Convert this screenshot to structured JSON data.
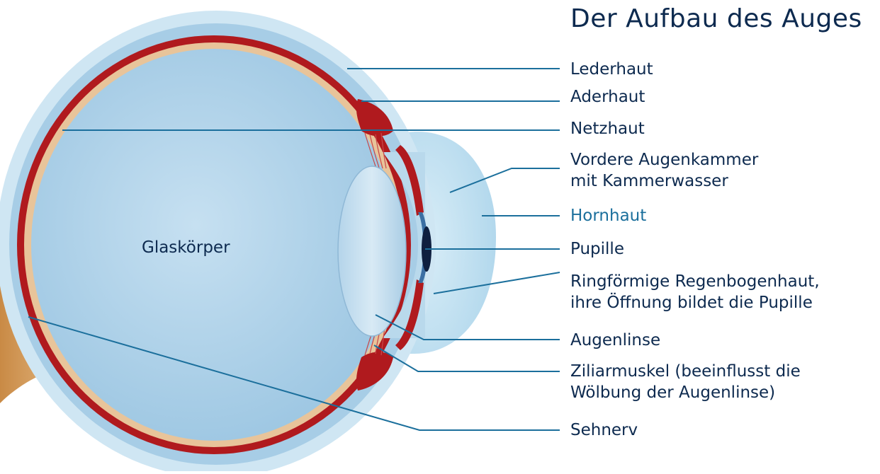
{
  "title": "Der Aufbau des  Auges",
  "colors": {
    "text": "#0d2a4f",
    "highlight": "#1b6f9c",
    "leader_line": "#1b6f9c",
    "choroid": "#b01a1e",
    "retina_layer": "#e8c49a",
    "vitreous": "#b9d8ec",
    "nerve": "#d9a15e"
  },
  "inner_label": "Glaskörper",
  "labels": [
    {
      "id": "lederhaut",
      "lines": [
        "Lederhaut"
      ],
      "highlight": false
    },
    {
      "id": "aderhaut",
      "lines": [
        "Aderhaut"
      ],
      "highlight": false
    },
    {
      "id": "netzhaut",
      "lines": [
        "Netzhaut"
      ],
      "highlight": false
    },
    {
      "id": "vordere-augenkammer",
      "lines": [
        "Vordere Augenkammer",
        "mit Kammerwasser"
      ],
      "highlight": false
    },
    {
      "id": "hornhaut",
      "lines": [
        "Hornhaut"
      ],
      "highlight": true
    },
    {
      "id": "pupille",
      "lines": [
        "Pupille"
      ],
      "highlight": false
    },
    {
      "id": "regenbogenhaut",
      "lines": [
        "Ringförmige Regenbogenhaut,",
        "ihre Öffnung bildet die Pupille"
      ],
      "highlight": false
    },
    {
      "id": "augenlinse",
      "lines": [
        "Augenlinse"
      ],
      "highlight": false
    },
    {
      "id": "ziliarmuskel",
      "lines": [
        "Ziliarmuskel (beeinflusst die",
        "Wölbung der Augenlinse)"
      ],
      "highlight": false
    },
    {
      "id": "sehnerv",
      "lines": [
        "Sehnerv"
      ],
      "highlight": false
    }
  ]
}
